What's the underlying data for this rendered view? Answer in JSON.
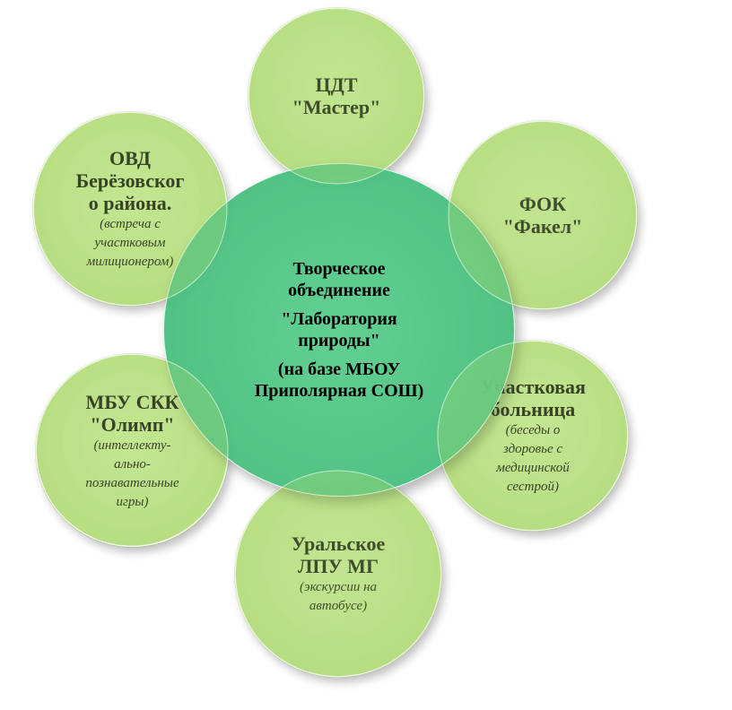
{
  "center": {
    "line1": "Творческое",
    "line2": "объединение",
    "line3": "\"Лаборатория",
    "line4": "природы\"",
    "line5": "(на базе МБОУ",
    "line6": "Приполярная СОШ)"
  },
  "partners": {
    "cdt": {
      "title1": "ЦДТ",
      "title2": "\"Мастер\""
    },
    "fok": {
      "title1": "ФОК",
      "title2": "\"Факел\""
    },
    "ovd": {
      "title1": "ОВД",
      "title2": "Берёзовског",
      "title3": "о района.",
      "note1": "(встреча с",
      "note2": "участковым",
      "note3": "милиционером)"
    },
    "mbu": {
      "title1": "МБУ СКК",
      "title2": "\"Олимп\"",
      "note1": "(интеллекту-",
      "note2": "ально-",
      "note3": "познавательные",
      "note4": "игры)"
    },
    "hospital": {
      "title1": "Участковая",
      "title2": "больница",
      "note1": "(беседы о",
      "note2": "здоровье с",
      "note3": "медицинской",
      "note4": "сестрой)"
    },
    "lpu": {
      "title1": "Уральское",
      "title2": "ЛПУ МГ",
      "note1": "(экскурсии на",
      "note2": "автобусе)"
    }
  },
  "colors": {
    "outer_fill": "#b2dd7c",
    "center_fill": "#4dbf80",
    "text": "#000000"
  }
}
